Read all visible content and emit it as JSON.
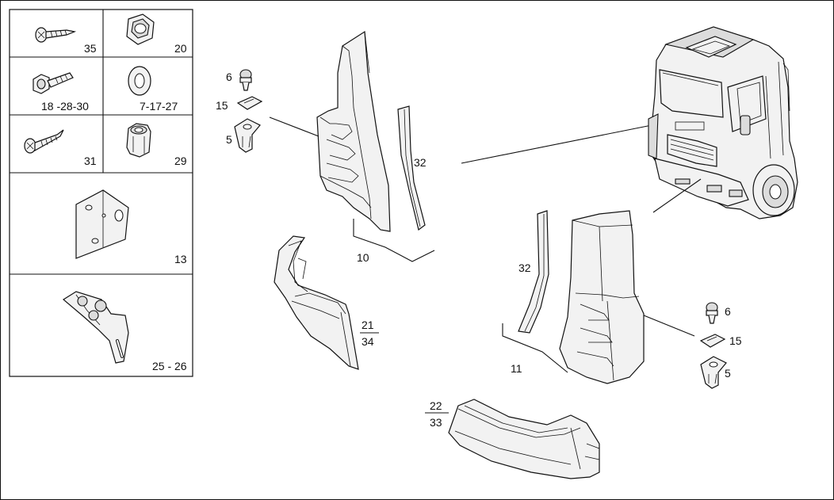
{
  "border_color": "#000000",
  "fill_color": "#f2f2f2",
  "legend": {
    "cells": [
      {
        "label": "35",
        "icon": "screw-icon"
      },
      {
        "label": "20",
        "icon": "hex-nut-icon"
      },
      {
        "label": "18 -28-30",
        "icon": "bolt-icon"
      },
      {
        "label": "7-17-27",
        "icon": "washer-icon"
      },
      {
        "label": "31",
        "icon": "screw-icon"
      },
      {
        "label": "29",
        "icon": "cage-nut-icon"
      },
      {
        "label": "13",
        "icon": "plate-icon"
      },
      {
        "label": "25 - 26",
        "icon": "bracket-icon"
      }
    ]
  },
  "callouts": {
    "c6a": "6",
    "c15a": "15",
    "c5a": "5",
    "c10": "10",
    "c32a": "32",
    "c21": "21",
    "c34": "34",
    "c32b": "32",
    "c11": "11",
    "c6b": "6",
    "c15b": "15",
    "c5b": "5",
    "c22": "22",
    "c33": "33"
  }
}
